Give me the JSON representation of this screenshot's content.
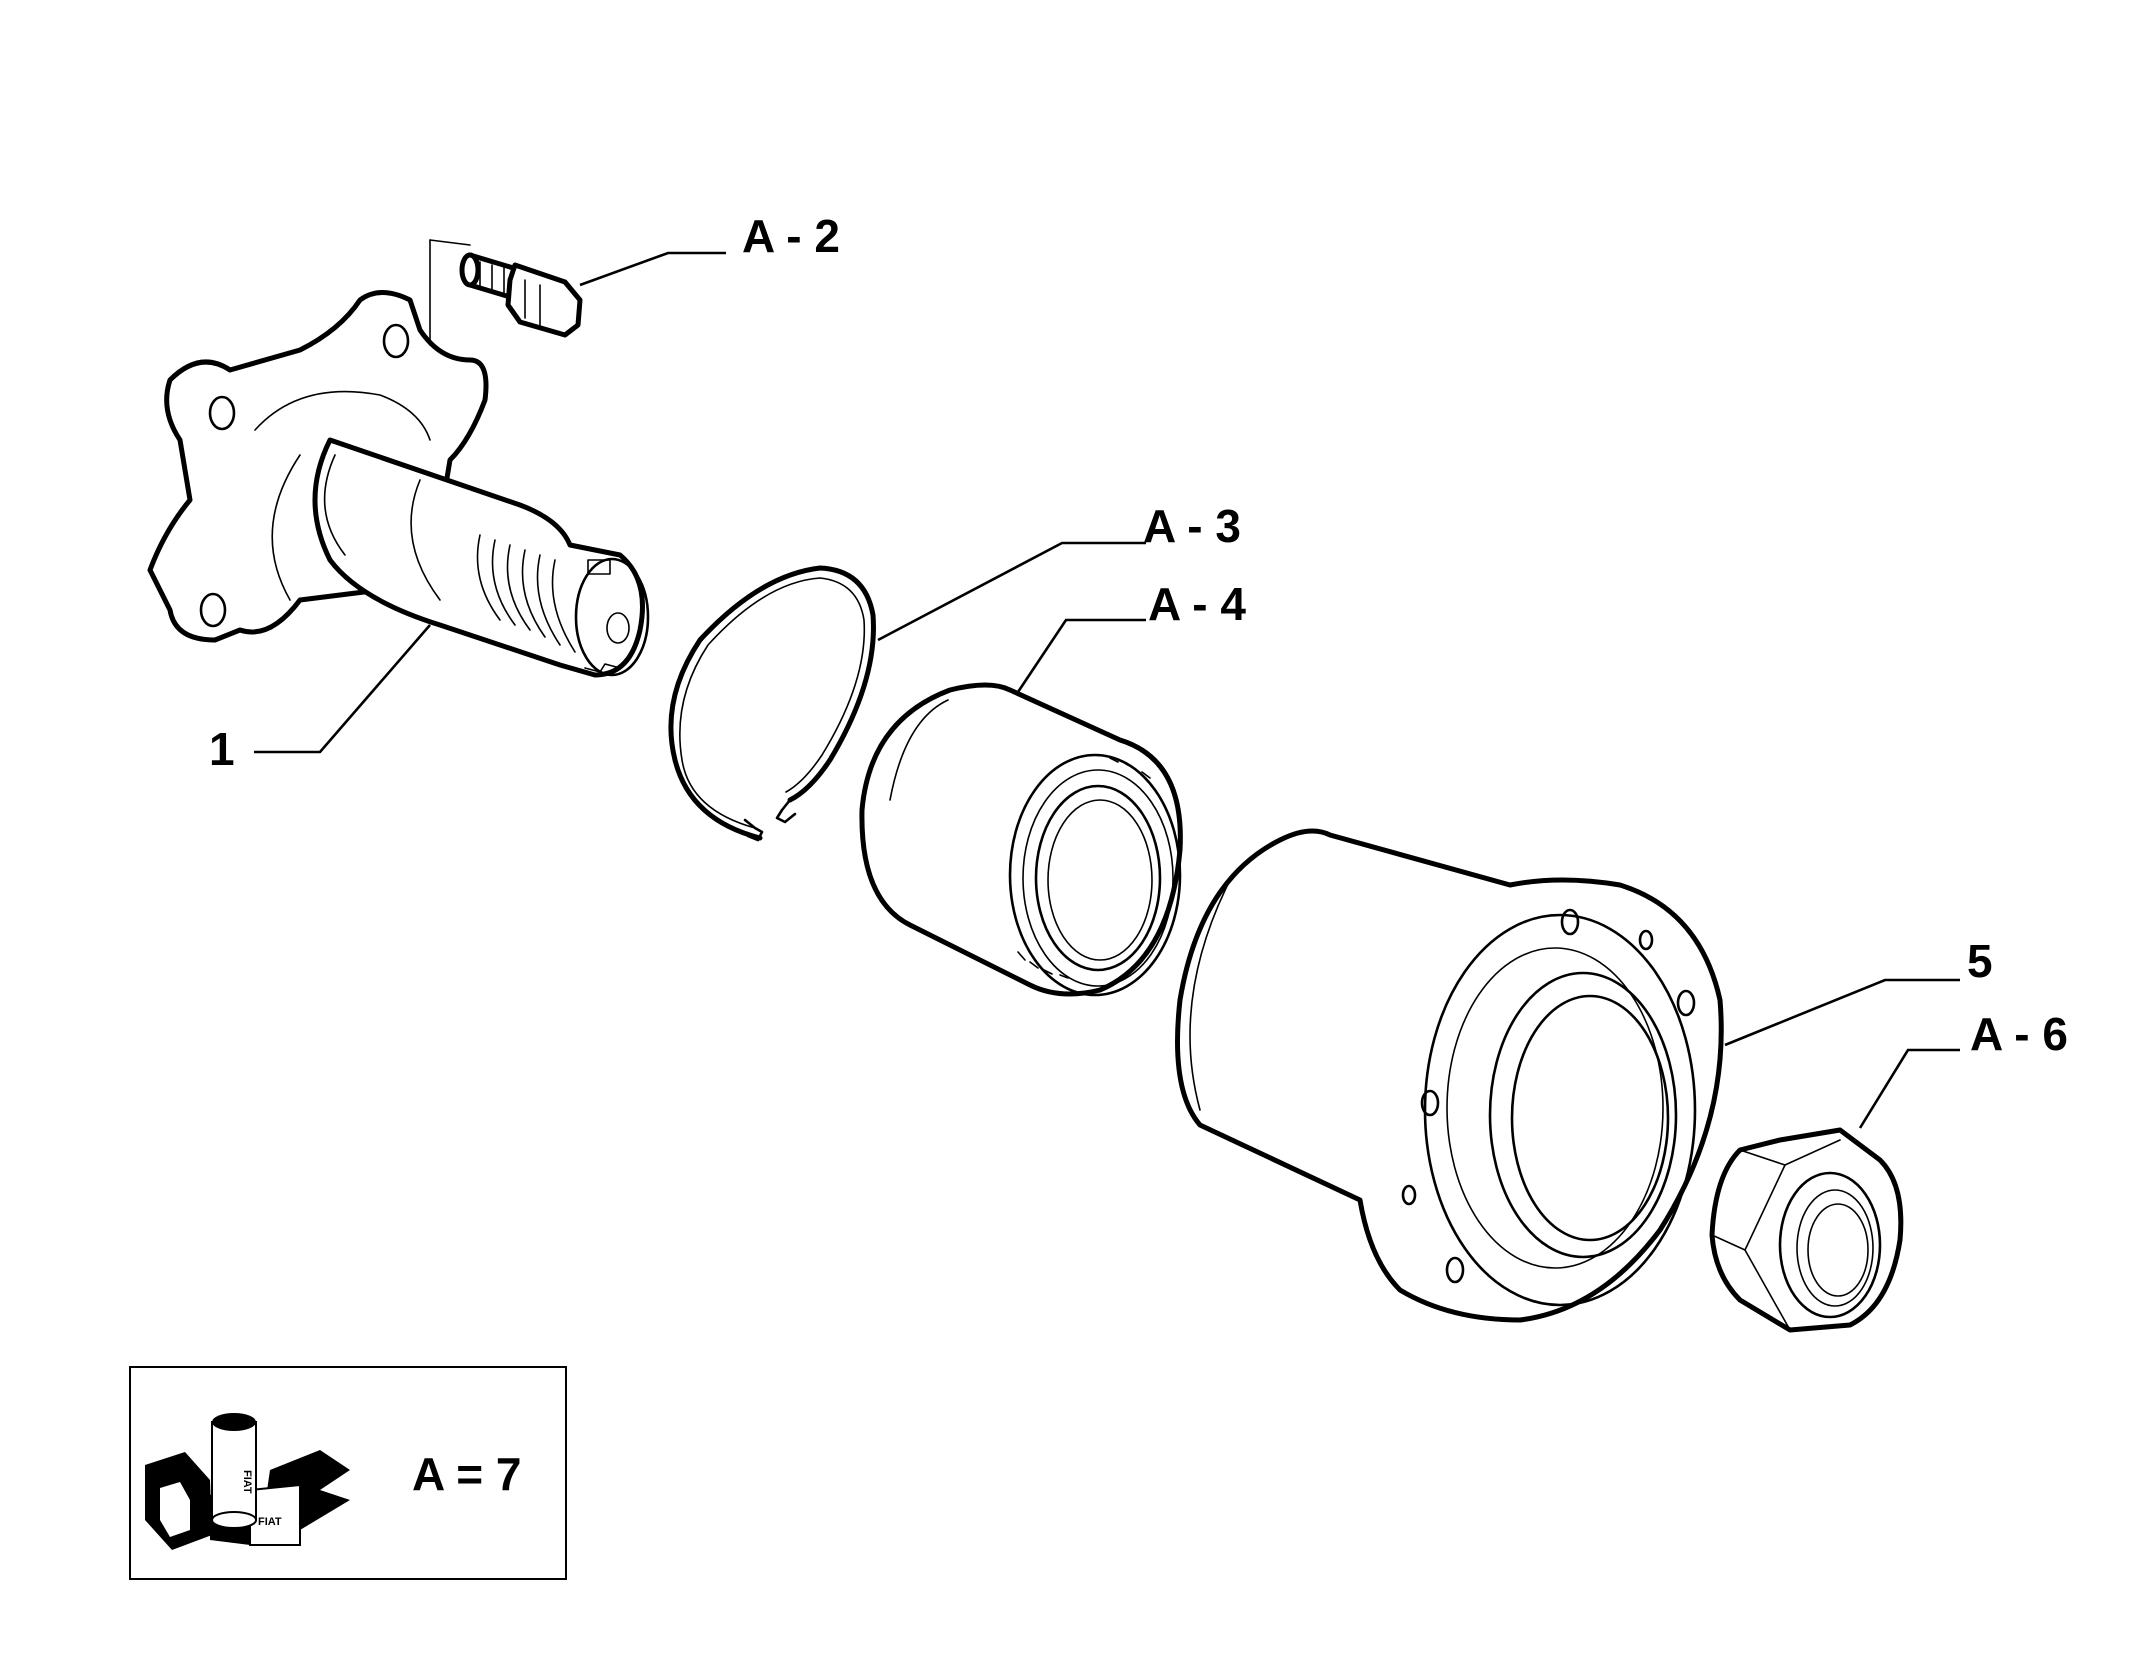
{
  "callouts": [
    {
      "id": "1",
      "text": "1"
    },
    {
      "id": "A-2",
      "text": "A - 2"
    },
    {
      "id": "A-3",
      "text": "A - 3"
    },
    {
      "id": "A-4",
      "text": "A - 4"
    },
    {
      "id": "5",
      "text": "5"
    },
    {
      "id": "A-6",
      "text": "A - 6"
    }
  ],
  "legend": {
    "text": "A = 7",
    "product_brand": "FIAT"
  },
  "colors": {
    "line": "#000000",
    "background": "#ffffff"
  }
}
